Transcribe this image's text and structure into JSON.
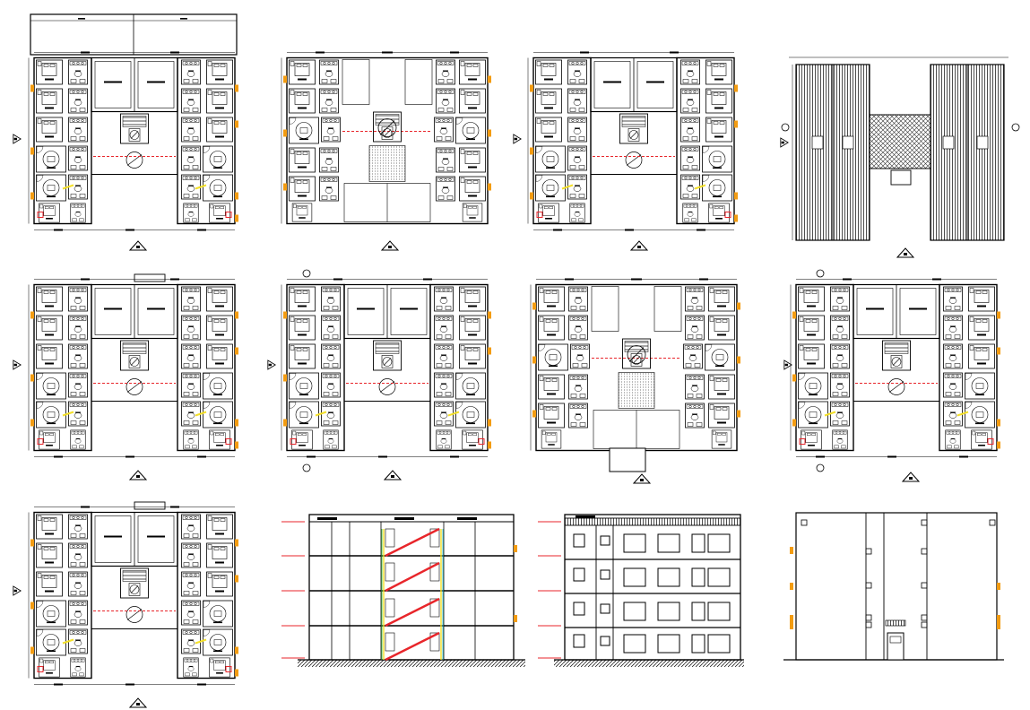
{
  "sheet": {
    "background": "#ffffff",
    "line_color": "#000000",
    "accent_orange": "#f39c12",
    "accent_red": "#e8262b",
    "accent_yellow": "#f4e02a",
    "accent_green": "#3fbf3f",
    "accent_cyan": "#33cccc"
  },
  "drawings": {
    "plan_a": "floor-plan",
    "plan_b": "floor-plan-central-stair",
    "roof": "roof-plan",
    "section": "building-section",
    "elevation_front": "front-elevation",
    "elevation_side": "side-elevation"
  }
}
